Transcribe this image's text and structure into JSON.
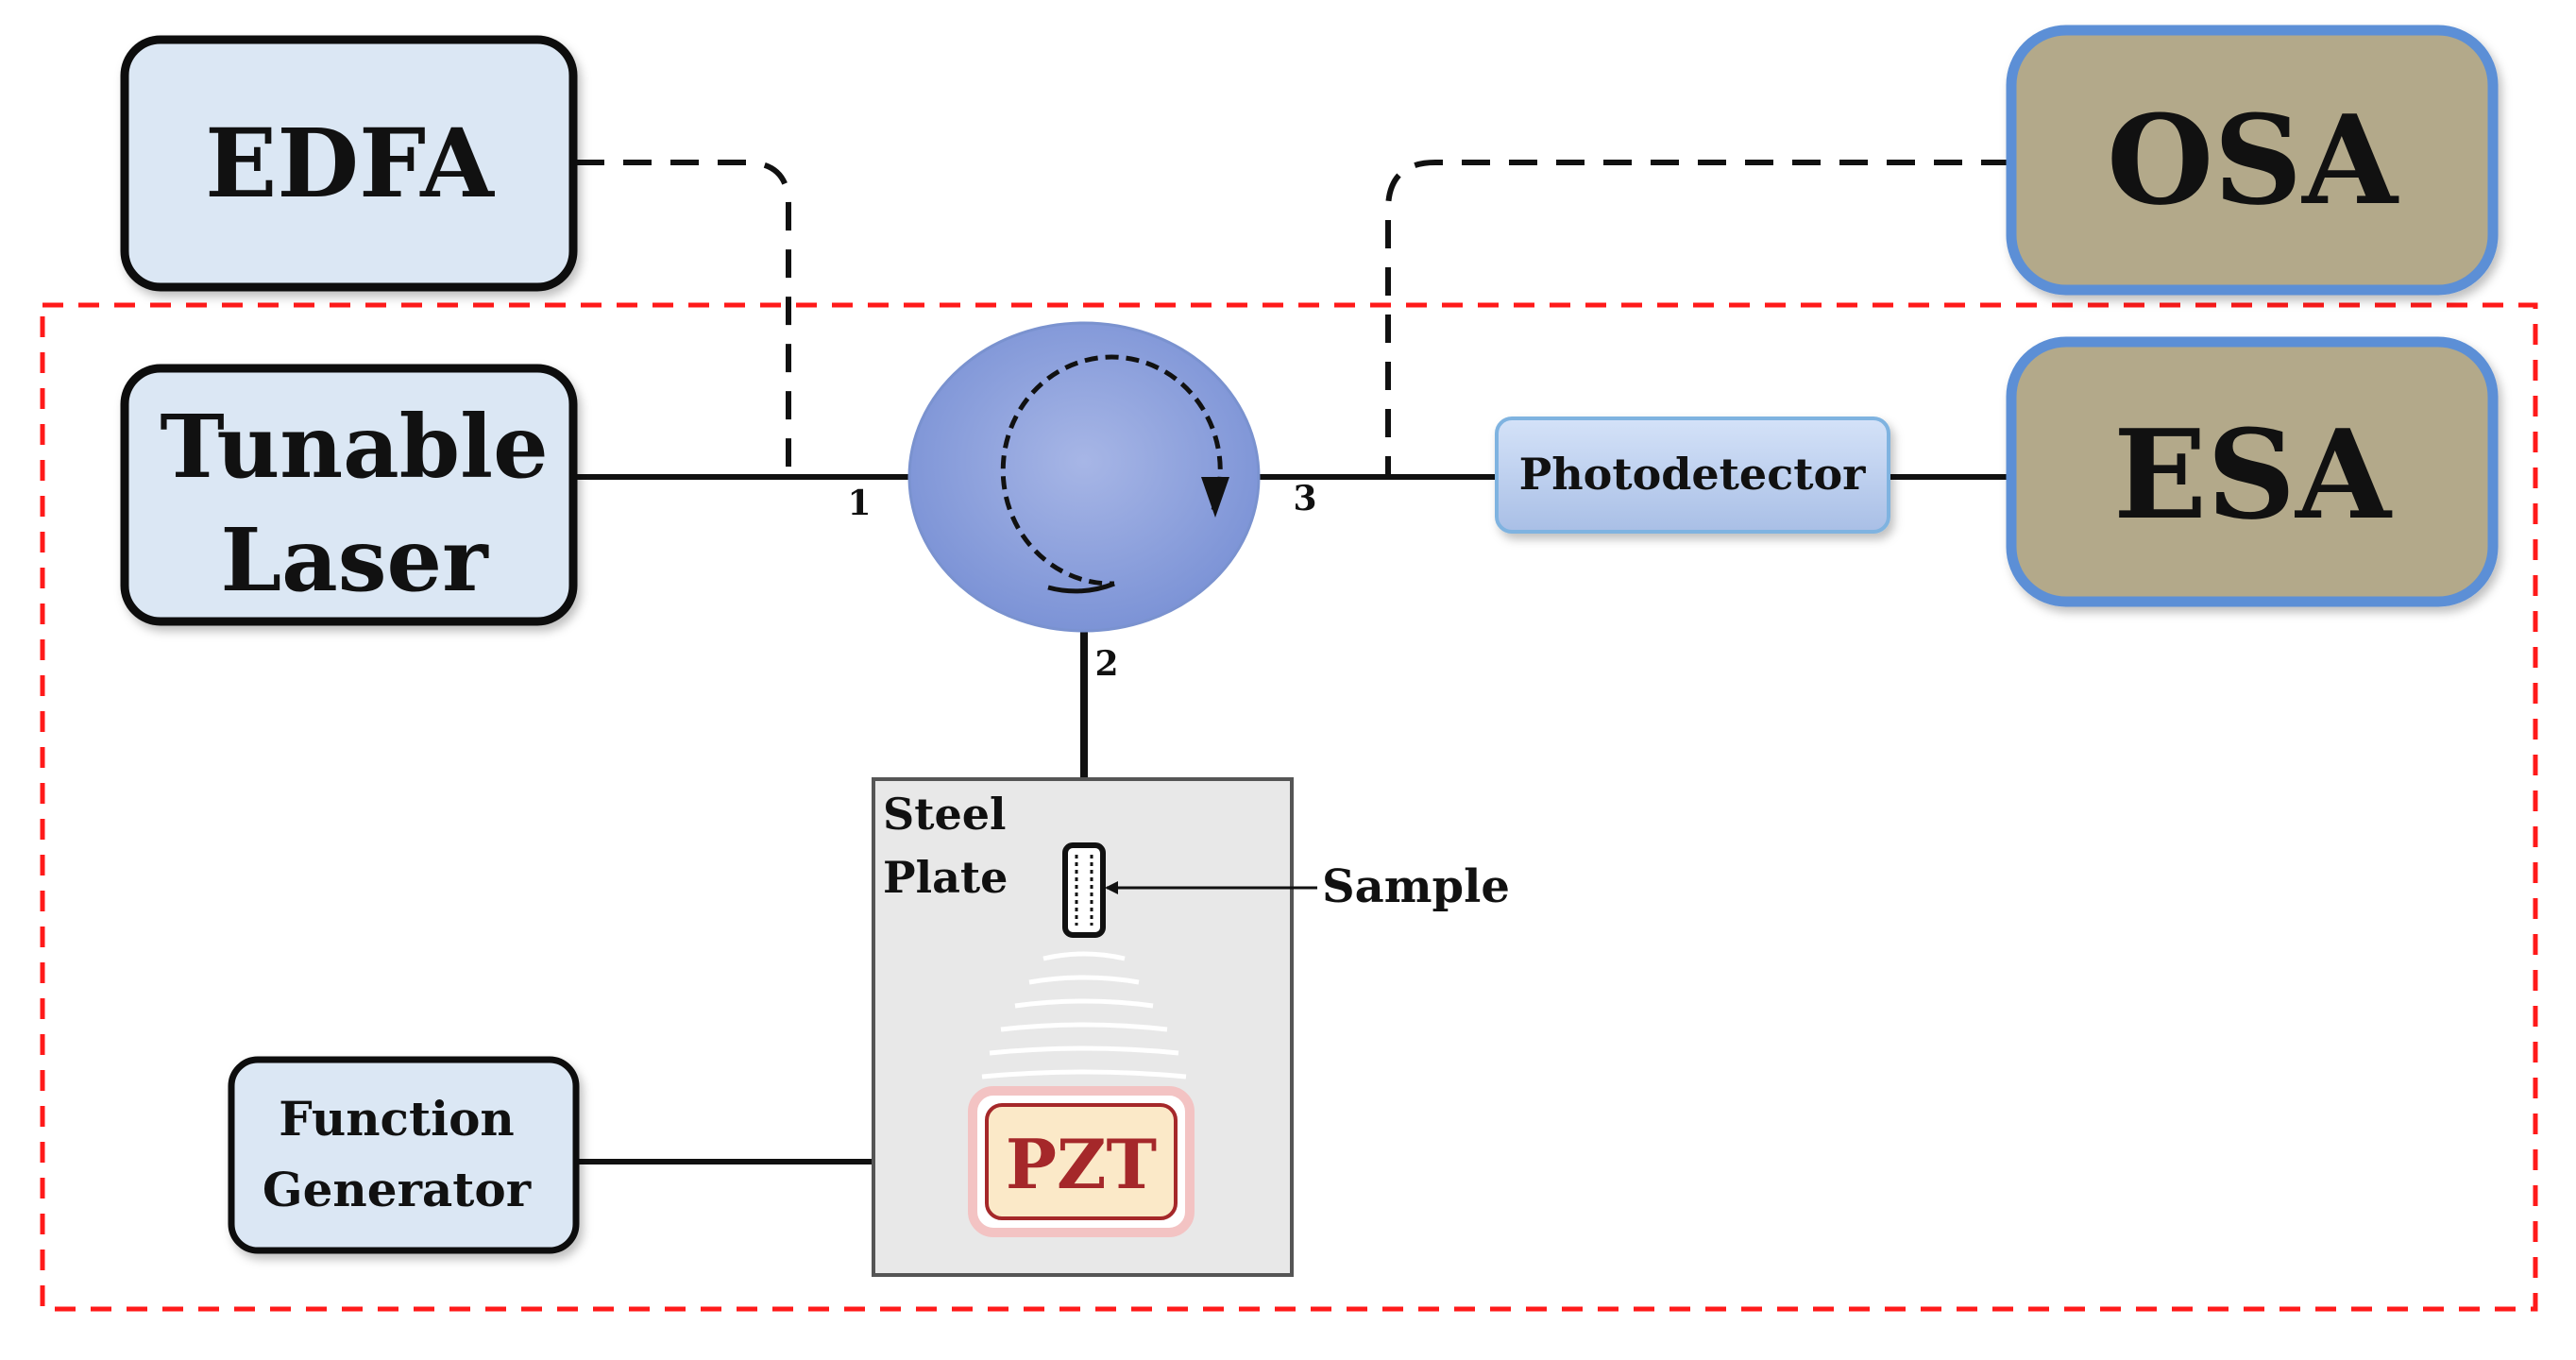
{
  "blocks": {
    "edfa": "EDFA",
    "tunable_laser": [
      "Tunable",
      "Laser"
    ],
    "osa": "OSA",
    "esa": "ESA",
    "photodetector": "Photodetector",
    "function_generator": [
      "Function",
      "Generator"
    ],
    "pzt": "PZT"
  },
  "steel_plate": [
    "Steel",
    "Plate"
  ],
  "sample_label": "Sample",
  "circulator_ports": {
    "port1": "1",
    "port2": "2",
    "port3": "3"
  },
  "colors": {
    "light_box_fill": "#dbe7f4",
    "instrument_fill": "#b3a98a",
    "instrument_border": "#5b8fd6",
    "circulator_fill": "#8da2dd",
    "enclosure_dash": "#ff1a1a",
    "steel_plate_fill": "#e8e8e8",
    "pzt_fill": "#fbe9c8",
    "pzt_text": "#a5282a"
  }
}
